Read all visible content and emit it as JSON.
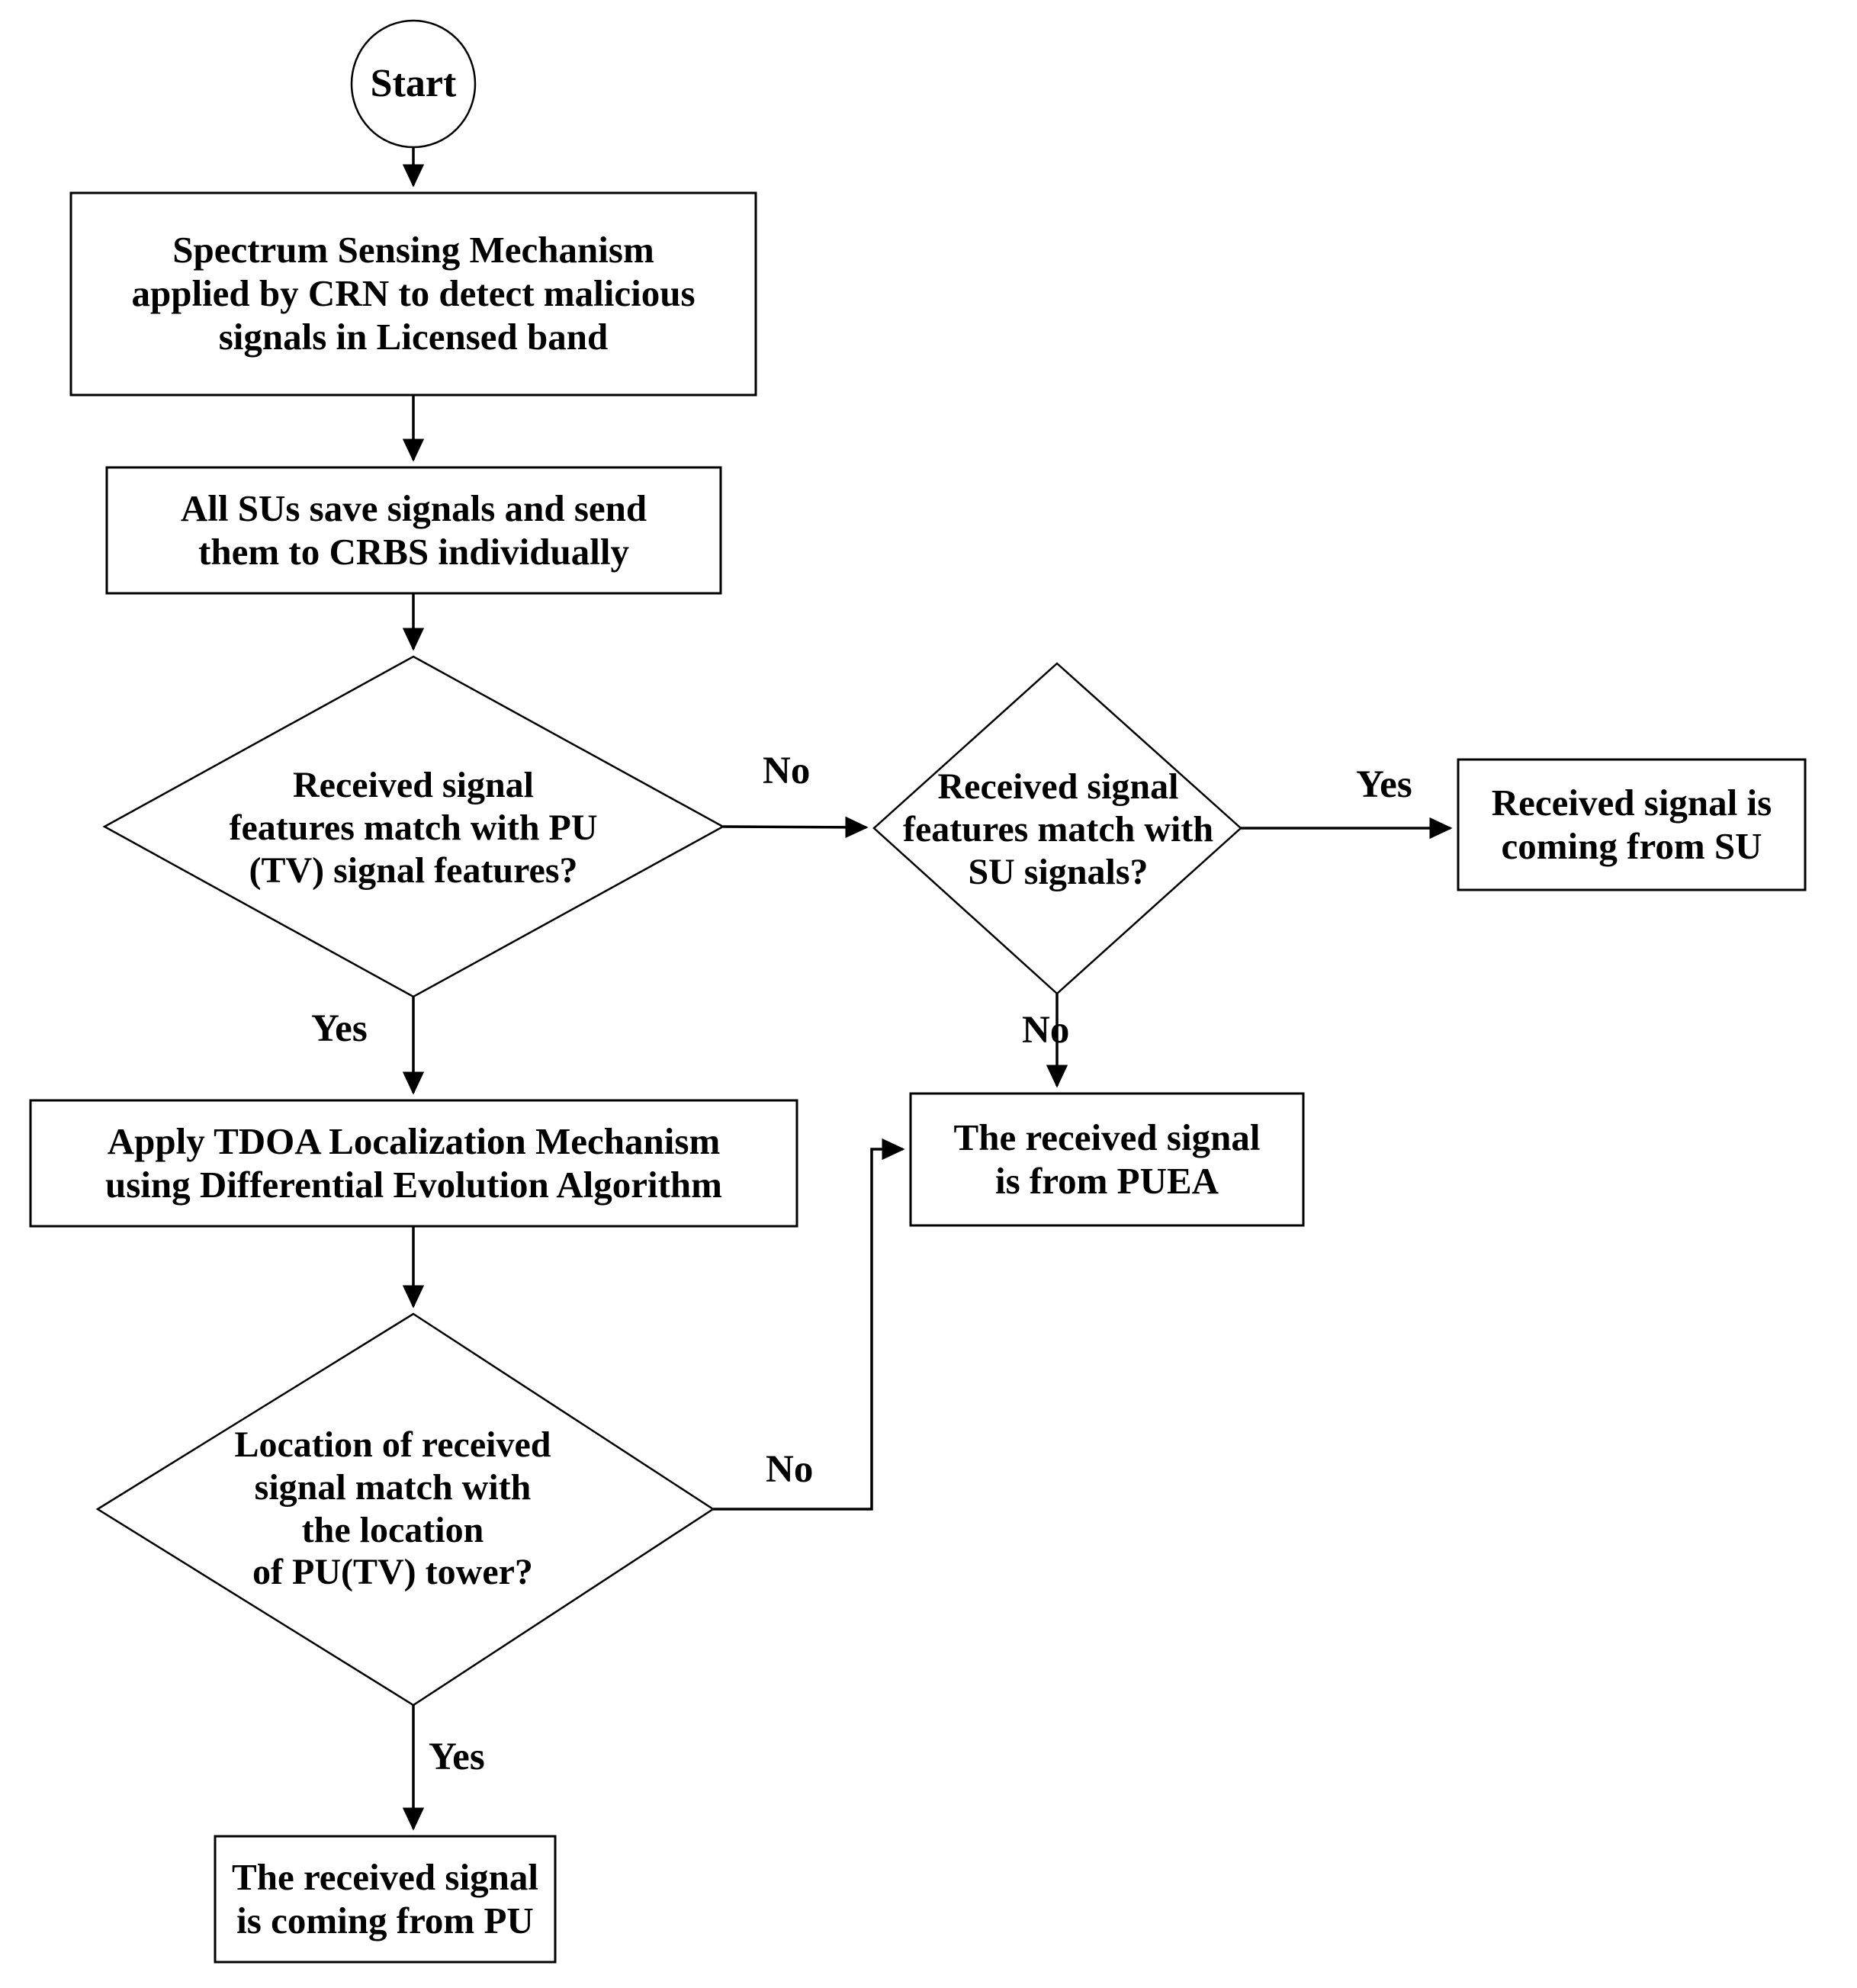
{
  "diagram": {
    "type": "flowchart",
    "title": "PUEA detection flowchart",
    "background_color": "#ffffff",
    "line_color": "#000000",
    "text_color": "#000000"
  },
  "nodes": {
    "start": {
      "shape": "ellipse",
      "label": "Start"
    },
    "spectrum_sensing": {
      "shape": "process",
      "label": "Spectrum Sensing Mechanism\napplied by CRN to detect malicious\nsignals in Licensed band"
    },
    "save_signals": {
      "shape": "process",
      "label": "All SUs save signals and send\nthem to CRBS individually"
    },
    "pu_feature_check": {
      "shape": "decision",
      "label": "Received signal\nfeatures match with PU\n(TV) signal features?"
    },
    "su_feature_check": {
      "shape": "decision",
      "label": "Received signal\nfeatures match with\nSU signals?"
    },
    "signal_from_su": {
      "shape": "process",
      "label": "Received signal is\ncoming from SU"
    },
    "apply_tdoa": {
      "shape": "process",
      "label": "Apply TDOA Localization Mechanism\nusing Differential Evolution Algorithm"
    },
    "signal_from_puea": {
      "shape": "process",
      "label": "The received signal\nis from PUEA"
    },
    "location_check": {
      "shape": "decision",
      "label": "Location of received\nsignal match with\nthe location\nof PU(TV) tower?"
    },
    "signal_from_pu": {
      "shape": "process",
      "label": "The received signal\nis coming from PU"
    }
  },
  "edges": [
    {
      "id": "start-to-sensing",
      "from": "start",
      "to": "spectrum_sensing",
      "label": ""
    },
    {
      "id": "sensing-to-save",
      "from": "spectrum_sensing",
      "to": "save_signals",
      "label": ""
    },
    {
      "id": "save-to-pucheck",
      "from": "save_signals",
      "to": "pu_feature_check",
      "label": ""
    },
    {
      "id": "pucheck-no-to-sucheck",
      "from": "pu_feature_check",
      "to": "su_feature_check",
      "label": "No"
    },
    {
      "id": "sucheck-yes-to-su",
      "from": "su_feature_check",
      "to": "signal_from_su",
      "label": "Yes"
    },
    {
      "id": "sucheck-no-to-puea",
      "from": "su_feature_check",
      "to": "signal_from_puea",
      "label": "No"
    },
    {
      "id": "pucheck-yes-to-tdoa",
      "from": "pu_feature_check",
      "to": "apply_tdoa",
      "label": "Yes"
    },
    {
      "id": "tdoa-to-loccheck",
      "from": "apply_tdoa",
      "to": "location_check",
      "label": ""
    },
    {
      "id": "loccheck-no-to-puea",
      "from": "location_check",
      "to": "signal_from_puea",
      "label": "No"
    },
    {
      "id": "loccheck-yes-to-pu",
      "from": "location_check",
      "to": "signal_from_pu",
      "label": "Yes"
    }
  ],
  "edge_labels": {
    "pucheck_no": "No",
    "sucheck_yes": "Yes",
    "sucheck_no": "No",
    "pucheck_yes": "Yes",
    "loccheck_no": "No",
    "loccheck_yes": "Yes"
  }
}
